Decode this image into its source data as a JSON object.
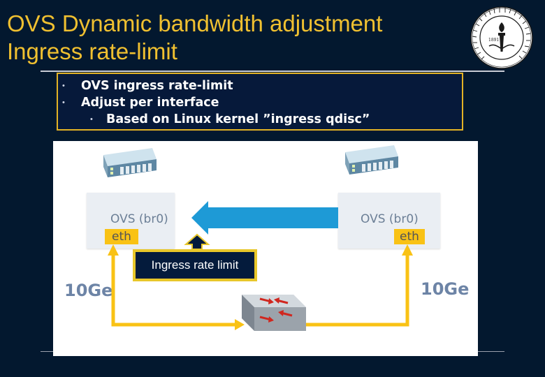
{
  "slide": {
    "title_line1": "OVS Dynamic bandwidth adjustment",
    "title_line2": "Ingress rate-limit"
  },
  "bullets": [
    "OVS ingress rate-limit",
    "Adjust per interface",
    "Based on Linux kernel ”ingress qdisc”"
  ],
  "diagram": {
    "left_ovs_label": "OVS (br0)",
    "right_ovs_label": "OVS (br0)",
    "left_eth_label": "eth",
    "right_eth_label": "eth",
    "left_speed": "10Ge",
    "right_speed": "10Ge",
    "callout": "Ingress rate limit"
  },
  "seal": {
    "text": "CALIFORNIA INSTITUTE OF TECHNOLOGY",
    "year": "1891"
  },
  "colors": {
    "background": "#03182f",
    "title": "#f0c030",
    "arrow_blue": "#1e9ad6",
    "link_yellow": "#f9c215"
  },
  "icons": [
    "server-icon",
    "network-switch-icon",
    "caltech-seal-icon"
  ]
}
